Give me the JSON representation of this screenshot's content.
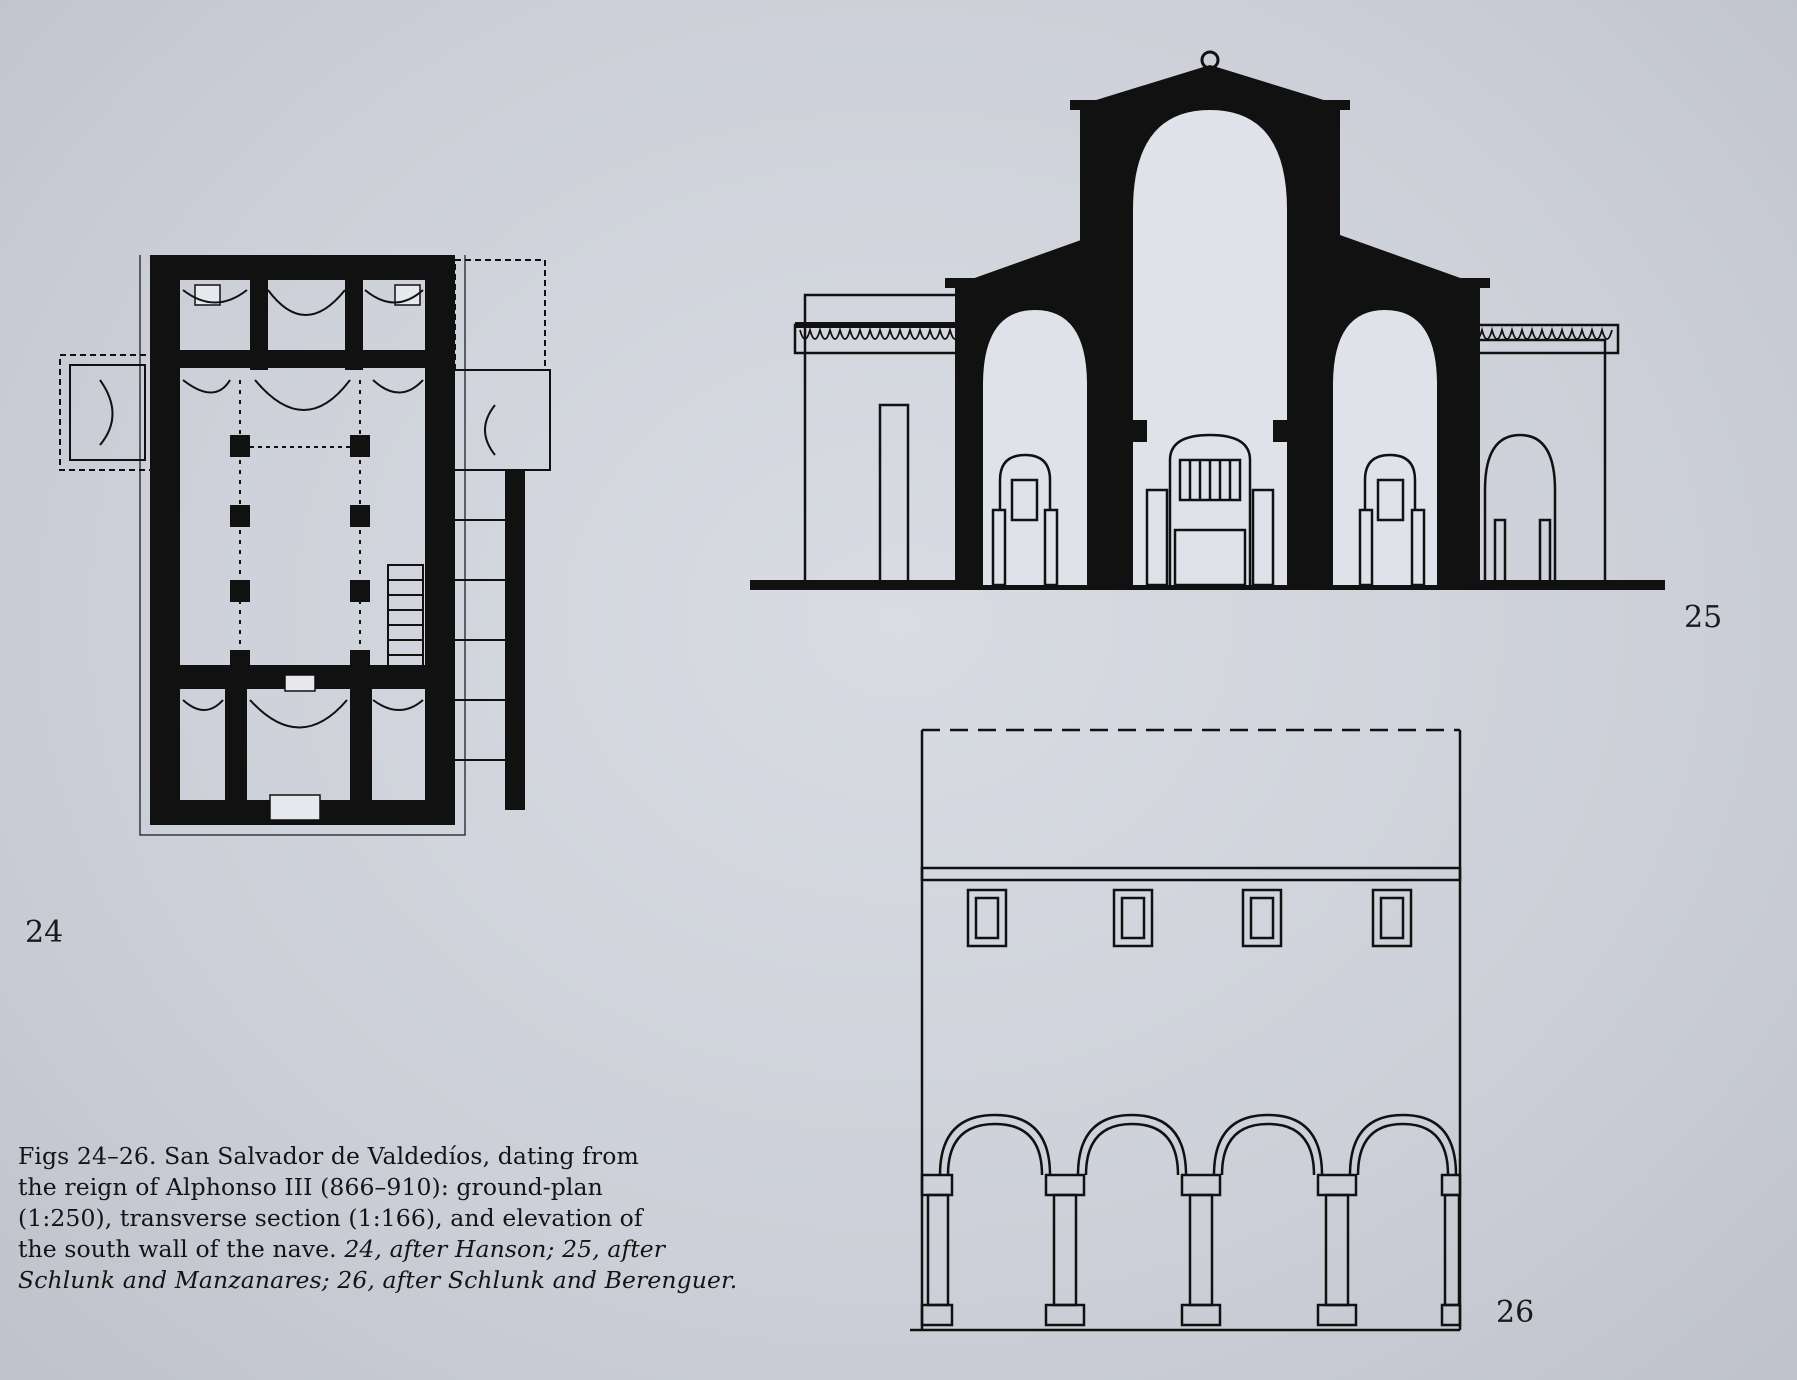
{
  "figures": {
    "fig24": {
      "number": "24"
    },
    "fig25": {
      "number": "25"
    },
    "fig26": {
      "number": "26"
    }
  },
  "caption": {
    "line1": "Figs 24–26. San Salvador de Valdedíos, dating from",
    "line2": "the reign of Alphonso III (866–910): ground-plan",
    "line3": "(1:250), transverse section (1:166), and elevation of",
    "line4_roman": "the south wall of the nave. ",
    "line4_italic": "24, after Hanson; 25, after",
    "line5_italic": "Schlunk and Manzanares; 26, after Schlunk and Berenguer."
  }
}
